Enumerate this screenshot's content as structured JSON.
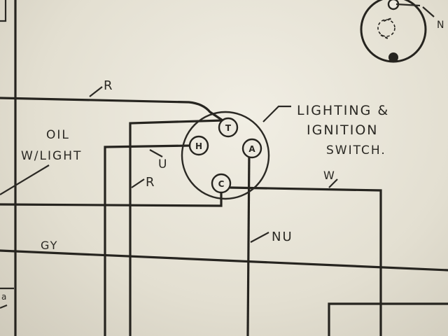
{
  "diagram": {
    "switch_title": [
      "LIGHTING &",
      "IGNITION",
      "SWITCH."
    ],
    "oil_label": [
      "OIL",
      "W/LIGHT"
    ],
    "terminals": {
      "t": "T",
      "h": "H",
      "a": "A",
      "c": "C"
    },
    "wires": {
      "r_top": "R",
      "r_mid": "R",
      "u": "U",
      "w": "W",
      "nu": "NU",
      "gy": "GY"
    },
    "edge_letters": {
      "n": "N",
      "left": "a"
    },
    "colors": {
      "paper": "#e7e3d6",
      "ink": "#26241f"
    }
  }
}
